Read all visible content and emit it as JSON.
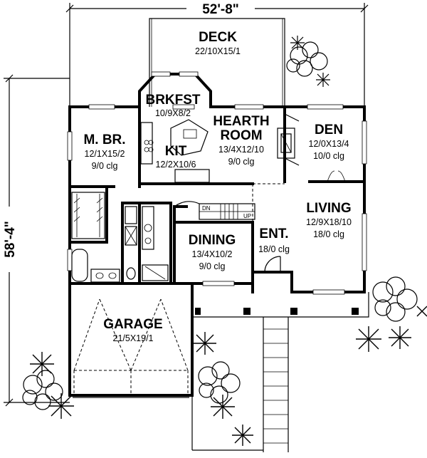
{
  "dimensions": {
    "width": "52'-8\"",
    "depth": "58'-4\""
  },
  "rooms": {
    "deck": {
      "name": "DECK",
      "size": "22/10X15/1"
    },
    "brkfst": {
      "name": "BRKFST",
      "size": "10/9X8/2"
    },
    "hearth": {
      "name": "HEARTH",
      "name2": "ROOM",
      "size": "13/4X12/10",
      "clg": "9/0 clg"
    },
    "den": {
      "name": "DEN",
      "size": "12/0X13/4",
      "clg": "10/0 clg"
    },
    "mbr": {
      "name": "M. BR.",
      "size": "12/1X15/2",
      "clg": "9/0 clg"
    },
    "kit": {
      "name": "KIT",
      "size": "12/2X10/6"
    },
    "living": {
      "name": "LIVING",
      "size": "12/9X18/10",
      "clg": "18/0 clg"
    },
    "dining": {
      "name": "DINING",
      "size": "13/4X10/2",
      "clg": "9/0 clg"
    },
    "ent": {
      "name": "ENT.",
      "clg": "18/0 clg"
    },
    "garage": {
      "name": "GARAGE",
      "size": "21/5X19/1"
    }
  },
  "stairs": {
    "down": "DN",
    "up": "UP"
  }
}
